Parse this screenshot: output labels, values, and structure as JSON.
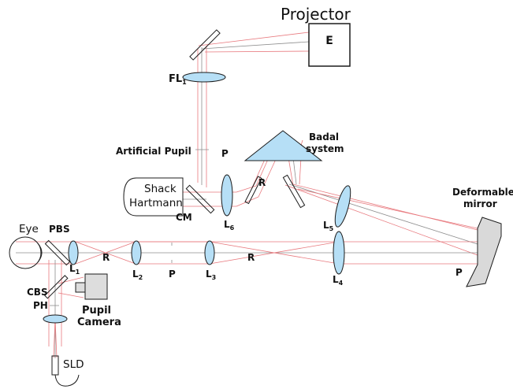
{
  "labels": {
    "projector": "Projector",
    "fl": "FL",
    "fl_sub": "1",
    "artificial_pupil": "Artificial Pupil",
    "p_artificial": "P",
    "badal_line1": "Badal",
    "badal_line2": "system",
    "shack_line1": "Shack",
    "shack_line2": "Hartmann",
    "cm": "CM",
    "r_near_l6": "R",
    "l6": "L",
    "l6_sub": "6",
    "deformable_line1": "Deformable",
    "deformable_line2": "mirror",
    "eye": "Eye",
    "pbs": "PBS",
    "l1": "L",
    "l1_sub": "1",
    "r_left": "R",
    "l2": "L",
    "l2_sub": "2",
    "p_mid": "P",
    "l3": "L",
    "l3_sub": "3",
    "r_mid": "R",
    "l5": "L",
    "l5_sub": "5",
    "l4": "L",
    "l4_sub": "4",
    "p_right": "P",
    "cbs": "CBS",
    "ph": "PH",
    "pupil_line1": "Pupil",
    "pupil_line2": "Camera",
    "sld": "SLD"
  },
  "colors": {
    "ray": "#e8797e",
    "gray_ray": "#8d8d8d",
    "lens_fill": "#b6dff6",
    "mirror_fill": "#d9d9d9",
    "outline": "#1c1c1c"
  }
}
